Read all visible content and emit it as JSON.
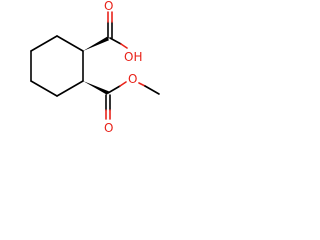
{
  "molecule": {
    "atoms": {
      "acid_carbonyl_o": "O",
      "acid_hydroxyl": "OH",
      "ester_carbonyl_o": "O",
      "ester_o": "O"
    },
    "colors": {
      "bond": "#000000",
      "heteroatom": "#e8231a"
    }
  }
}
